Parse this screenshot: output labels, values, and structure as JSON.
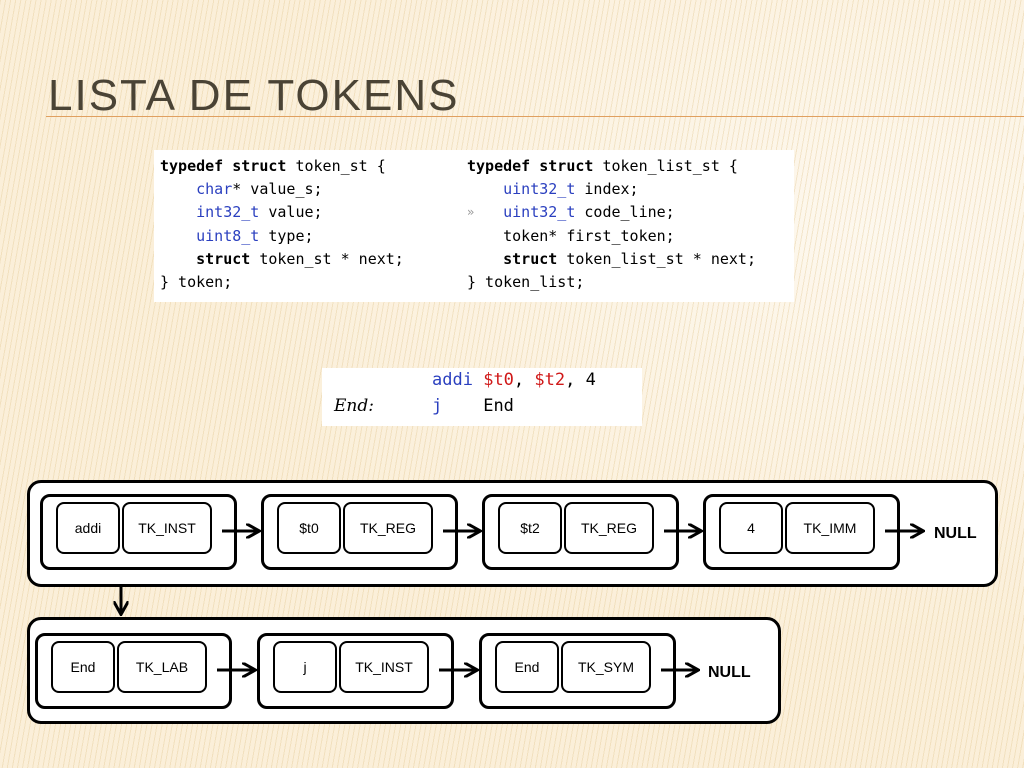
{
  "slide": {
    "title": "Lista de tokens"
  },
  "code": {
    "left": [
      [
        "typedef struct",
        " token_st {"
      ],
      [
        "",
        "    ",
        "char",
        "* value_s;"
      ],
      [
        "",
        "    ",
        "int32_t",
        " value;"
      ],
      [
        "",
        "    ",
        "uint8_t",
        " type;"
      ],
      [
        "    struct",
        " token_st * next;"
      ],
      [
        "",
        "} token;"
      ]
    ],
    "right_lines": {
      "l1_kw": "typedef struct",
      "l1_rest": " token_list_st {",
      "l2_ty": "uint32_t",
      "l2_rest": " index;",
      "l3_ty": "uint32_t",
      "l3_rest": " code_line;",
      "l4": "    token* first_token;",
      "l5_kw": "    struct",
      "l5_rest": " token_list_st * next;",
      "l6": "} token_list;",
      "gutter_mark": "»"
    },
    "left_lines": {
      "l1_kw": "typedef struct",
      "l1_rest": " token_st {",
      "l2_ty": "char",
      "l2_rest": "* value_s;",
      "l3_ty": "int32_t",
      "l3_rest": " value;",
      "l4_ty": "uint8_t",
      "l4_rest": " type;",
      "l5_kw": "    struct",
      "l5_rest": " token_st * next;",
      "l6": "} token;"
    }
  },
  "asm": {
    "line1_mnemonic": "addi",
    "line1_reg1": "$t0",
    "line1_sep1": ", ",
    "line1_reg2": "$t2",
    "line1_sep2": ", ",
    "line1_imm": "4",
    "line2_label": "End:",
    "line2_mnemonic": "j",
    "line2_target": "End"
  },
  "lists": [
    {
      "nodes": [
        {
          "value": "addi",
          "type": "TK_INST"
        },
        {
          "value": "$t0",
          "type": "TK_REG"
        },
        {
          "value": "$t2",
          "type": "TK_REG"
        },
        {
          "value": "4",
          "type": "TK_IMM"
        }
      ],
      "terminator": "NULL"
    },
    {
      "nodes": [
        {
          "value": "End",
          "type": "TK_LAB"
        },
        {
          "value": "j",
          "type": "TK_INST"
        },
        {
          "value": "End",
          "type": "TK_SYM"
        }
      ],
      "terminator": "NULL"
    }
  ]
}
